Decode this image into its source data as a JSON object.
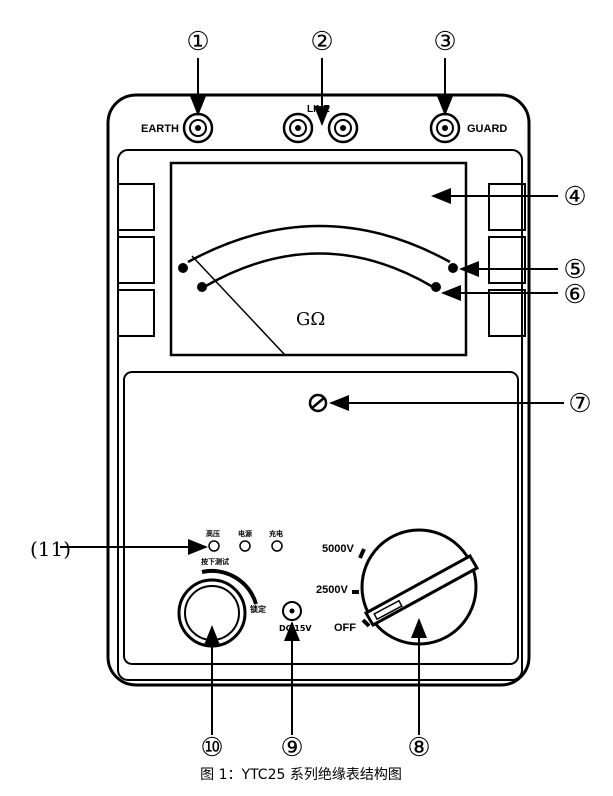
{
  "callouts": {
    "c1": "①",
    "c2": "②",
    "c3": "③",
    "c4": "④",
    "c5": "⑤",
    "c6": "⑥",
    "c7": "⑦",
    "c8": "⑧",
    "c9": "⑨",
    "c10": "⑩",
    "c11": "(11)"
  },
  "terminals": {
    "earth": "EARTH",
    "line": "LINE",
    "guard": "GUARD"
  },
  "meter": {
    "unit": "GΩ"
  },
  "indicators": {
    "high_voltage": "高压",
    "battery": "电源",
    "discharge": "充电",
    "press_test": "按下测试",
    "lock": "锁定"
  },
  "dc_jack": {
    "label": "DC 15V"
  },
  "range_selector": {
    "v5000": "5000V",
    "v2500": "2500V",
    "off": "OFF"
  },
  "caption": "图 1：YTC25 系列绝缘表结构图"
}
